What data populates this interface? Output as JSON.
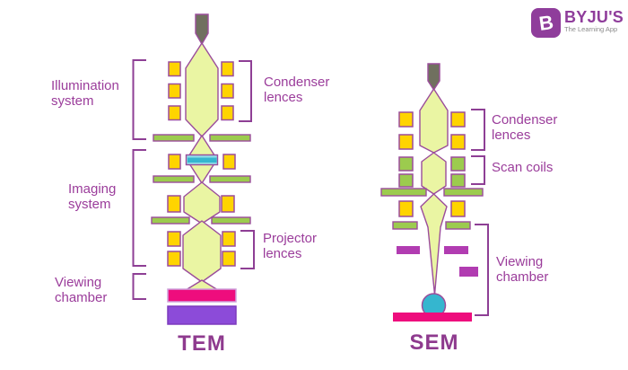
{
  "colors": {
    "beam": "#EAF5A3",
    "lens_yellow": "#FFD400",
    "aperture_green": "#9CCB4E",
    "outline_purple": "#9B4D9B",
    "bracket_purple": "#8E3F95",
    "label_purple": "#9B3D9B",
    "title_purple": "#8E3A8E",
    "screen_pink": "#EE0D7D",
    "screen_pink_border": "#CDA0DC",
    "camera_violet": "#8C4BD9",
    "camera_violet_border": "#7D3BBD",
    "detector_magenta": "#B13CB1",
    "specimen_cyan": "#35B6CF",
    "specimen_cyan_light": "#8FDDE8",
    "gun_gray": "#70705F",
    "brand_purple": "#8F3D9B"
  },
  "brand": {
    "logo_letter": "B",
    "name": "BYJU'S",
    "tagline": "The Learning App"
  },
  "tem": {
    "title": "TEM",
    "labels": {
      "illumination_system": "Illumination system",
      "imaging_system": "Imaging system",
      "viewing_chamber": "Viewing chamber",
      "condenser_lences": "Condenser lences",
      "projector_lences": "Projector lences"
    }
  },
  "sem": {
    "title": "SEM",
    "labels": {
      "condenser_lences": "Condenser lences",
      "scan_coils": "Scan coils",
      "viewing_chamber": "Viewing chamber"
    }
  }
}
